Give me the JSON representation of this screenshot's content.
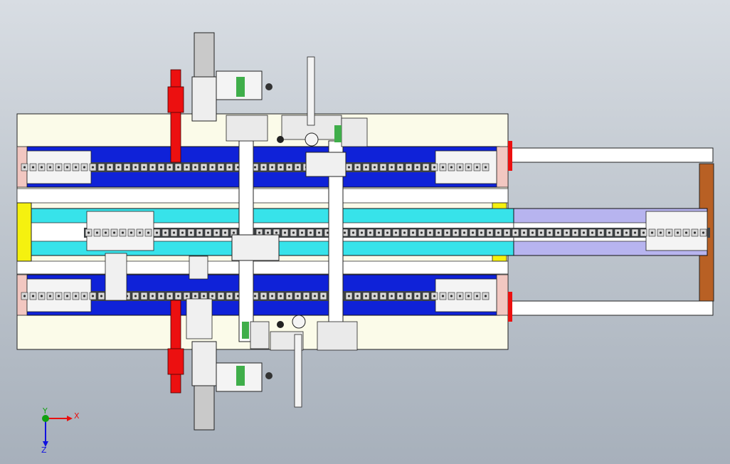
{
  "viewport": {
    "background_top": "#d8dde3",
    "background_bottom": "#a7b0bb"
  },
  "model": {
    "colors": {
      "frame": "#fbfbe9",
      "rail_blue": "#0f22d8",
      "slide_cyan": "#37e3ea",
      "slide_lavender": "#b7b4ef",
      "chain": "#404448",
      "bracket_pink": "#f2c7c1",
      "end_yellow": "#f5f10f",
      "cylinder_red": "#ec1010",
      "arm_brown": "#b86024",
      "motor_gray": "#c9c9c9",
      "green_accent": "#3fae4a"
    }
  },
  "triad": {
    "x_label": "X",
    "y_label": "Y",
    "z_label": "Z",
    "x_color": "#e81010",
    "y_color": "#10a010",
    "z_color": "#1010e0"
  }
}
